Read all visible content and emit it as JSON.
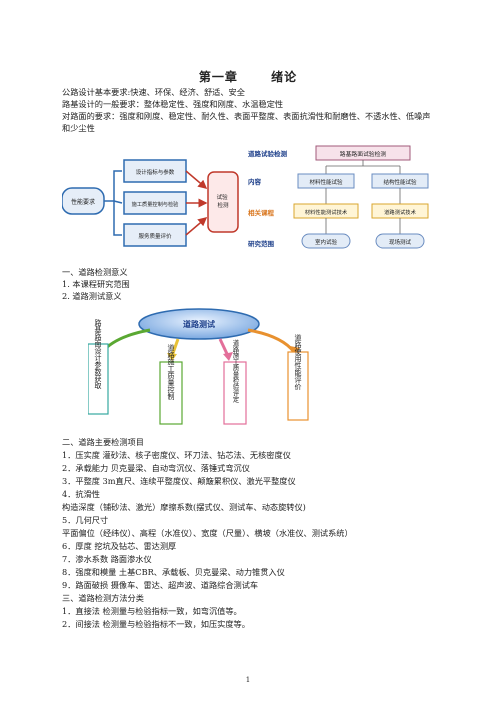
{
  "title": {
    "chapter": "第一章",
    "name": "绪论"
  },
  "intro": [
    "公路设计基本要求:快速、环保、经济、舒适、安全",
    "路基设计的一般要求：整体稳定性、强度和刚度、水温稳定性",
    "对路面的要求：强度和刚度、稳定性、耐久性、表面平整度、表面抗滑性和耐磨性、不透水性、低噪声和少尘性"
  ],
  "diagram1": {
    "left_box": "性能要求",
    "mid_boxes": [
      "设计指标与参数",
      "施工质量控制与检验",
      "服务质量评价"
    ],
    "right_box": "试验检测"
  },
  "diagram2": {
    "labels": [
      "道路试验检测",
      "内容",
      "相关课程",
      "研究范围"
    ],
    "top_box": "路基路面试验检测",
    "row2": [
      "材料性能试验",
      "结构性能试验"
    ],
    "row3": [
      "材料性能测试技术",
      "道路测试技术"
    ],
    "row4": [
      "室内试验",
      "现场测试"
    ]
  },
  "section1": {
    "heading": "一、道路检测意义",
    "items": [
      "1. 本课程研究范围",
      "2. 道路测试意义"
    ]
  },
  "diagram3": {
    "center": "道路测试",
    "boxes": [
      "路基路面设计参数获取",
      "道路施工质量控制",
      "道路施工质量检验评定",
      "道路使用性能评价"
    ]
  },
  "section2": {
    "heading": "二、道路主要检测项目",
    "items": [
      "1．压实度    灌砂法、核子密度仪、环刀法、钻芯法、无核密度仪",
      "2．承载能力    贝克曼梁、自动弯沉仪、落锤式弯沉仪",
      "3．平整度    3m直尺、连续平整度仪、颠簸累积仪、激光平整度仪",
      "4．抗滑性",
      "构造深度（铺砂法、激光）摩擦系数(摆式仪、测试车、动态旋转仪)",
      "5．几何尺寸",
      "平面偏位（经纬仪）、高程（水准仪）、宽度（尺量）、横坡（水准仪、测试系统）",
      "6．厚度    挖坑及钻芯、雷达测厚",
      "7．渗水系数  路面渗水仪",
      "8．强度和模量    土基CBR、承载板、贝克曼梁、动力锥贯入仪",
      "9．路面破损    摄像车、雷达、超声波、道路综合测试车"
    ]
  },
  "section3": {
    "heading": "三、道路检测方法分类",
    "items": [
      "1．直接法    检测量与检验指标一致，如弯沉值等。",
      "2．间接法    检测量与检验指标不一致，如压实度等。"
    ]
  },
  "page_number": "1",
  "colors": {
    "box_blue": "#2e6bb0",
    "arrow_red": "#c0392b",
    "label_blue": "#1d3f8a",
    "label_orange": "#d9761e",
    "green": "#5aa832",
    "yellow": "#e8c238",
    "pink": "#e36f9a",
    "orange": "#e8912f",
    "teal": "#35a8a0"
  }
}
